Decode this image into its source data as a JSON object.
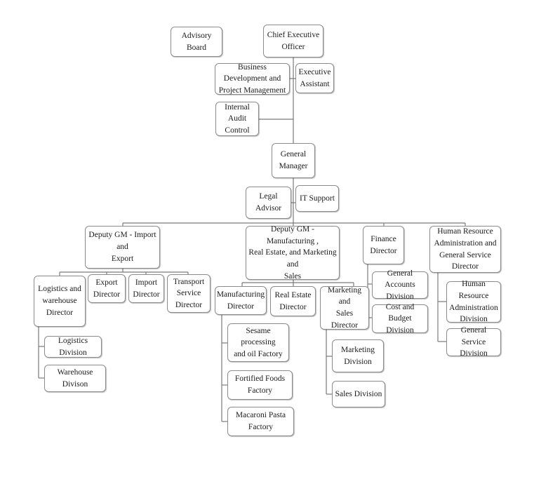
{
  "nodes": {
    "advisory_board": "Advisory Board",
    "ceo": "Chief Executive\nOfficer",
    "business_development": "Business Development and\nProject Management",
    "executive_assistant": "Executive\nAssistant",
    "internal_audit": "Internal Audit\nControl",
    "general_manager": "General\nManager",
    "legal_advisor": "Legal Advisor",
    "it_support": "IT Support",
    "deputy_import_export": "Deputy GM - Import and\nExport",
    "deputy_manufacturing": "Deputy GM - Manufacturing ,\nReal Estate, and Marketing and\nSales",
    "finance_director": "Finance\nDirector",
    "hr_director": "Human Resource\nAdministration and\nGeneral Service Director",
    "logistics_director": "Logistics and\nwarehouse\nDirector",
    "export_director": "Export\nDirector",
    "import_director": "Import\nDirector",
    "transport_director": "Transport\nService\nDirector",
    "logistics_division": "Logistics Division",
    "warehouse_division": "Warehouse Divison",
    "manufacturing_director": "Manufacturing\nDirector",
    "real_estate_director": "Real Estate\nDirector",
    "marketing_sales_director": "Marketing and\nSales Director",
    "sesame_factory": "Sesame processing\nand oil Factory",
    "fortified_foods": "Fortified Foods Factory",
    "macaroni_factory": "Macaroni Pasta Factory",
    "marketing_division": "Marketing\nDivision",
    "sales_division": "Sales Division",
    "general_accounts": "General Accounts\nDivision",
    "cost_budget": "Cost and Budget\nDivision",
    "hr_division": "Human Resource\nAdministration\nDivision",
    "general_service_division": "General Service\nDivision"
  },
  "colors": {
    "border": "#8c8c8c",
    "line": "#7a7a7a",
    "text": "#1a1a1a"
  }
}
